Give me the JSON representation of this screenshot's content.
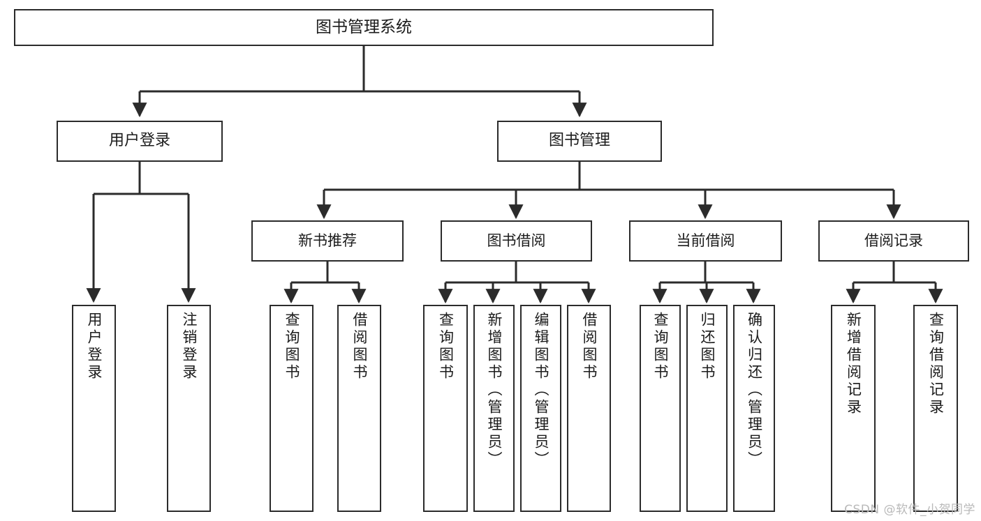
{
  "diagram": {
    "title": "图书管理系统",
    "type": "tree-hierarchy",
    "orientation": "top-down",
    "root": {
      "id": "root",
      "label": "图书管理系统"
    },
    "level1": [
      {
        "id": "user-login",
        "label": "用户登录"
      },
      {
        "id": "book-manage",
        "label": "图书管理"
      }
    ],
    "level2": [
      {
        "id": "new-book-recommend",
        "label": "新书推荐",
        "parent": "book-manage"
      },
      {
        "id": "book-borrow",
        "label": "图书借阅",
        "parent": "book-manage"
      },
      {
        "id": "current-borrow",
        "label": "当前借阅",
        "parent": "book-manage"
      },
      {
        "id": "borrow-record",
        "label": "借阅记录",
        "parent": "book-manage"
      }
    ],
    "leaves": [
      {
        "id": "leaf-user-login",
        "label": "用户登录",
        "parent": "user-login"
      },
      {
        "id": "leaf-logout-login",
        "label": "注销登录",
        "parent": "user-login"
      },
      {
        "id": "leaf-query-book-1",
        "label": "查询图书",
        "parent": "new-book-recommend"
      },
      {
        "id": "leaf-borrow-book-1",
        "label": "借阅图书",
        "parent": "new-book-recommend"
      },
      {
        "id": "leaf-query-book-2",
        "label": "查询图书",
        "parent": "book-borrow"
      },
      {
        "id": "leaf-add-book",
        "label": "新增图书（管理员）",
        "parent": "book-borrow"
      },
      {
        "id": "leaf-edit-book",
        "label": "编辑图书（管理员）",
        "parent": "book-borrow"
      },
      {
        "id": "leaf-borrow-book-2",
        "label": "借阅图书",
        "parent": "book-borrow"
      },
      {
        "id": "leaf-query-book-3",
        "label": "查询图书",
        "parent": "current-borrow"
      },
      {
        "id": "leaf-return-book",
        "label": "归还图书",
        "parent": "current-borrow"
      },
      {
        "id": "leaf-confirm-return",
        "label": "确认归还（管理员）",
        "parent": "current-borrow"
      },
      {
        "id": "leaf-add-record",
        "label": "新增借阅记录",
        "parent": "borrow-record"
      },
      {
        "id": "leaf-query-record",
        "label": "查询借阅记录",
        "parent": "borrow-record"
      }
    ],
    "watermark": "CSDN @软件_小贺同学",
    "colors": {
      "stroke": "#2b2b2b",
      "fill": "#ffffff",
      "text": "#1b1b1b",
      "watermark": "#b9b9b9"
    }
  }
}
